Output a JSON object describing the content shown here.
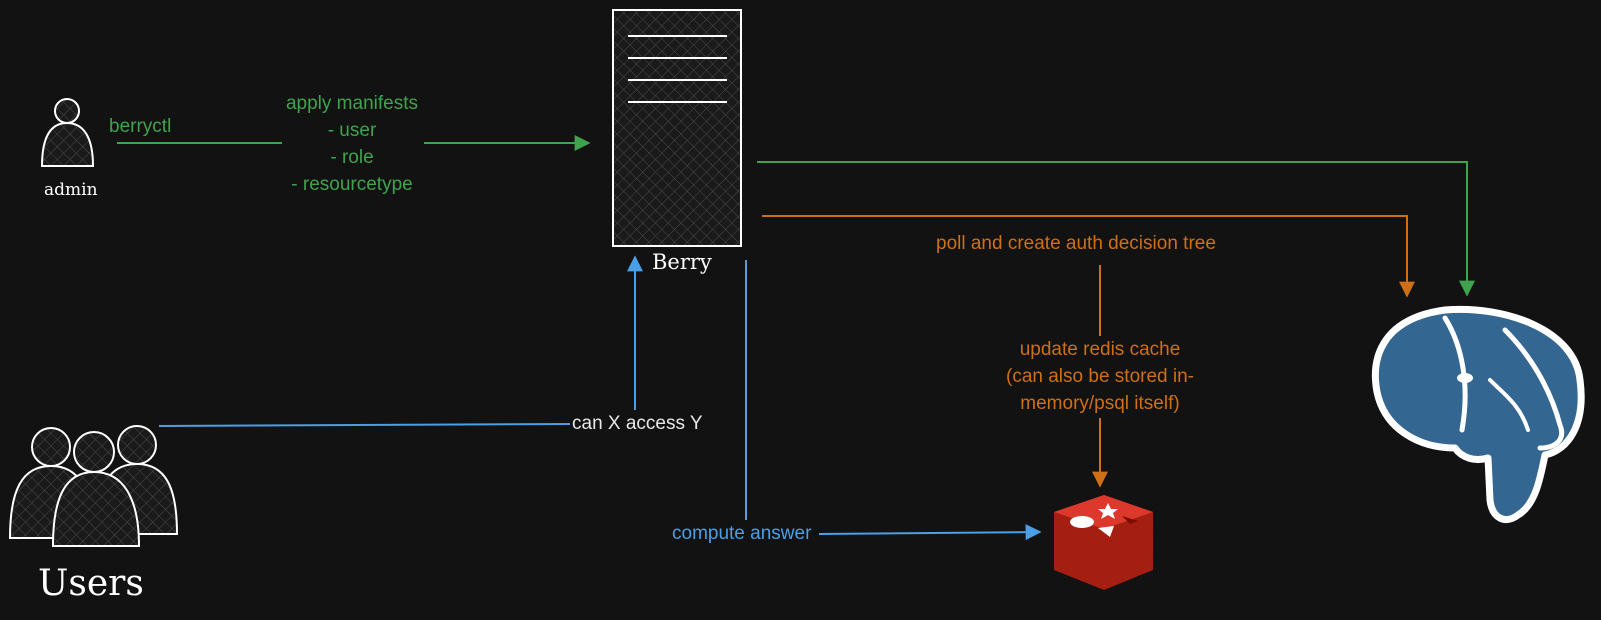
{
  "actors": {
    "admin": "admin",
    "users": "Users",
    "berry": "Berry"
  },
  "flows": {
    "berryctl": "berryctl",
    "apply_manifests": [
      "apply manifests",
      "- user",
      "- role",
      "- resourcetype"
    ],
    "poll": "poll and create auth decision tree",
    "update_cache": [
      "update redis cache",
      "(can also be stored in-",
      "memory/psql itself)"
    ],
    "can_access": "can X access Y",
    "compute_answer": "compute answer"
  },
  "colors": {
    "background": "#121212",
    "green": "#3fa34d",
    "orange": "#cf6f16",
    "blue": "#4a9fe6",
    "postgres": "#336791",
    "redis": "#d82c20"
  },
  "icons": {
    "admin": "person-icon",
    "users": "group-icon",
    "berry": "server-icon",
    "postgres": "postgresql-elephant-icon",
    "redis": "redis-stack-icon"
  }
}
